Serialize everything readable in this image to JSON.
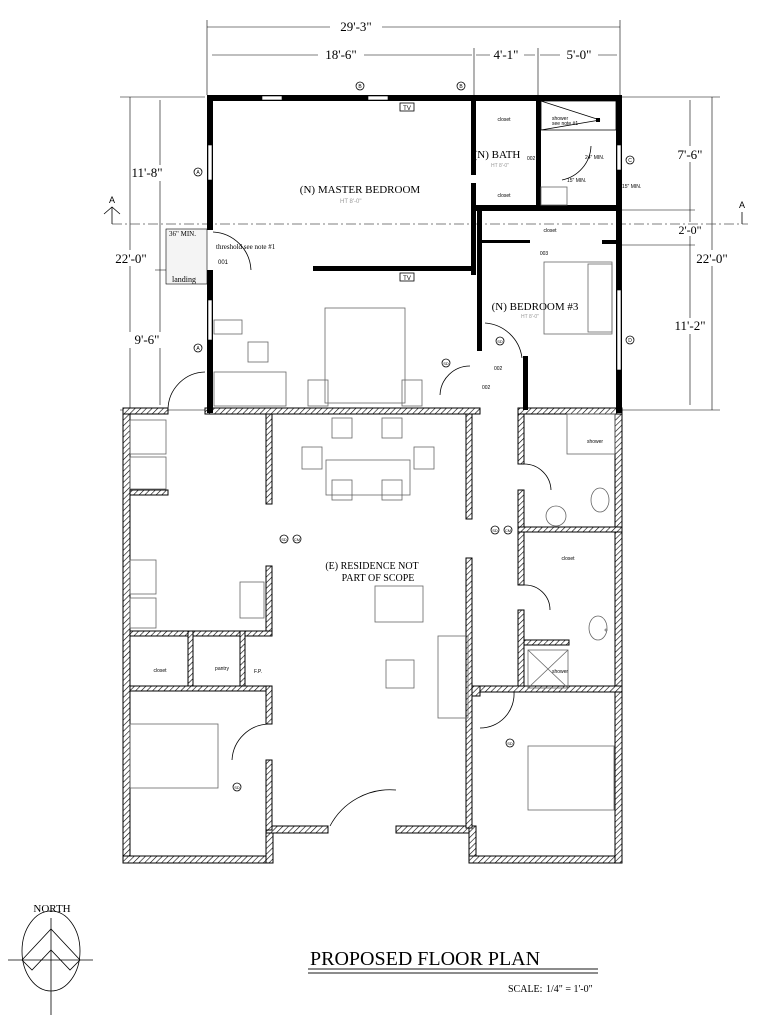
{
  "title": "PROPOSED FLOOR PLAN",
  "scale": {
    "label": "SCALE:",
    "value": "1/4\" = 1'-0\""
  },
  "north_label": "NORTH",
  "dimensions": {
    "overall_width": "29'-3\"",
    "master_width": "18'-6\"",
    "closet_width": "4'-1\"",
    "bath_width": "5'-0\"",
    "left_overall": "22'-0\"",
    "left_upper": "11'-8\"",
    "left_lower": "9'-6\"",
    "right_bath": "7'-6\"",
    "right_closet": "2'-0\"",
    "right_bedroom": "11'-2\"",
    "right_overall": "22'-0\""
  },
  "section_marker": "A",
  "rooms": {
    "master": {
      "label": "(N)  MASTER BEDROOM",
      "height_note": "HT 8'-0\""
    },
    "bath": {
      "label": "(N)  BATH",
      "height_note": "HT 8'-0\""
    },
    "bedroom3": {
      "label": "(N)  BEDROOM #3",
      "height_note": "HT 8'-0\""
    },
    "existing_line1": "(E) RESIDENCE NOT",
    "existing_line2": "PART OF SCOPE"
  },
  "annotations": {
    "tv": "TV",
    "closet": "closet",
    "shower": "shower",
    "shower_note": "see note #1",
    "clear_24": "24\" MIN.",
    "clear_15a": "15\" MIN.",
    "clear_15b": "15\" MIN.",
    "landing_36": "36\" MIN.",
    "threshold": "threshold see note #1",
    "landing": "landing",
    "door_001": "001",
    "door_002": "002",
    "door_003": "003",
    "pantry": "pantry",
    "fp": "F.P.",
    "smoke": "SD",
    "co": "CM",
    "window_a": "A",
    "window_b": "B",
    "window_c": "C",
    "window_d": "D"
  }
}
